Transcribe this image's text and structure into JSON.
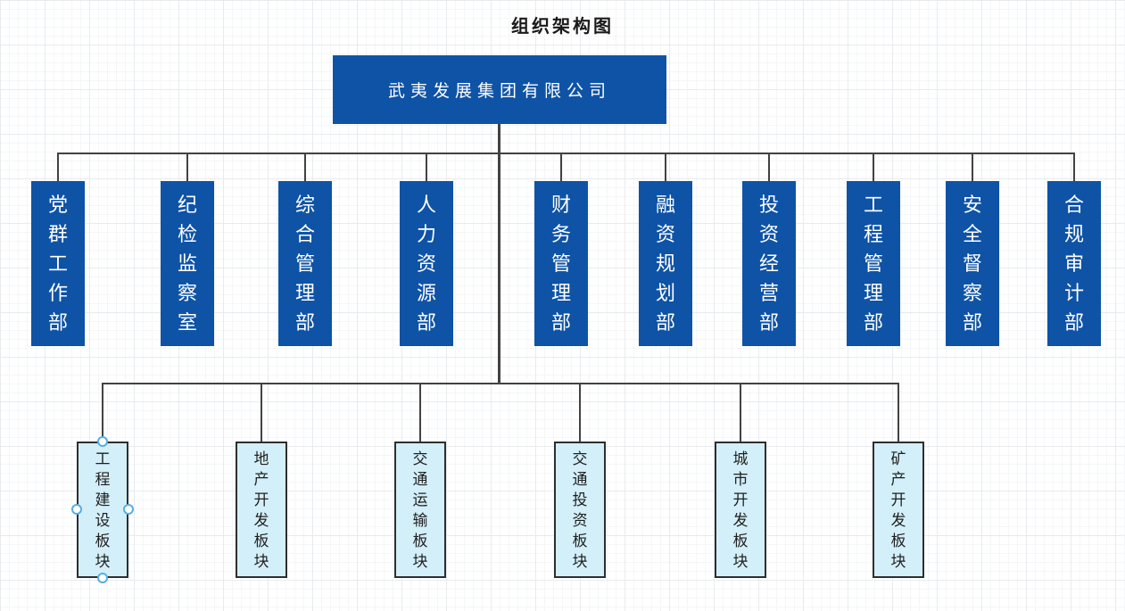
{
  "title": "组织架构图",
  "root": {
    "label": "武夷发展集团有限公司"
  },
  "departments": [
    {
      "label": "党群工作部"
    },
    {
      "label": "纪检监察室"
    },
    {
      "label": "综合管理部"
    },
    {
      "label": "人力资源部"
    },
    {
      "label": "财务管理部"
    },
    {
      "label": "融资规划部"
    },
    {
      "label": "投资经营部"
    },
    {
      "label": "工程管理部"
    },
    {
      "label": "安全督察部"
    },
    {
      "label": "合规审计部"
    }
  ],
  "business_units": [
    {
      "label": "工程建设板块",
      "selected": true
    },
    {
      "label": "地产开发板块",
      "selected": false
    },
    {
      "label": "交通运输板块",
      "selected": false
    },
    {
      "label": "交通投资板块",
      "selected": false
    },
    {
      "label": "城市开发板块",
      "selected": false
    },
    {
      "label": "矿产开发板块",
      "selected": false
    }
  ],
  "colors": {
    "node_blue": "#0e53a6",
    "node_text": "#ffffff",
    "unit_fill": "#d3eff9",
    "unit_border": "#2e2e2e",
    "unit_text": "#1f1f1f",
    "connector": "#424242",
    "handle_blue": "#56aee2",
    "title_color": "#1a1a1a",
    "grid_major": "#e8ebee",
    "grid_minor": "#f5f6f7"
  }
}
